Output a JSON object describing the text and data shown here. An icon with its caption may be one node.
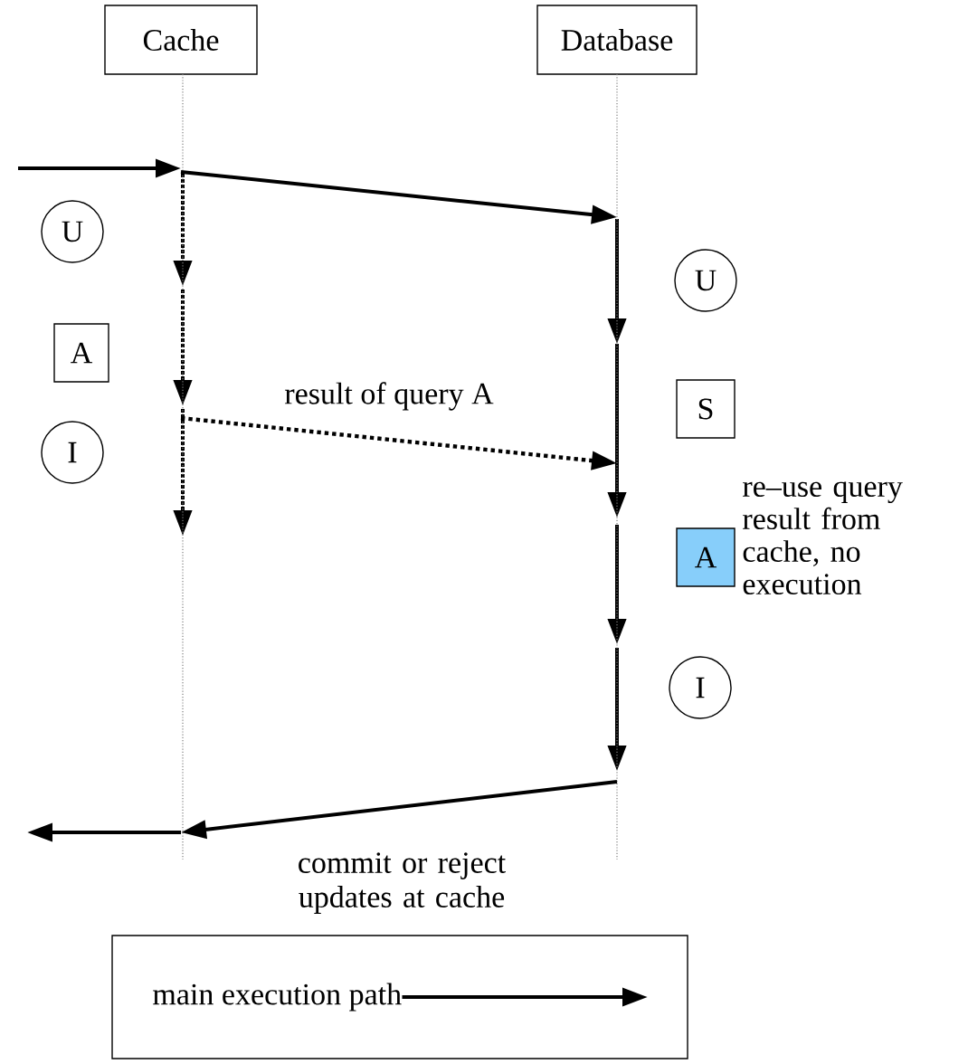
{
  "diagram": {
    "nodes": [
      {
        "text": [
          "Cache"
        ]
      },
      {
        "text": [
          "Database"
        ]
      },
      {
        "text": [
          "U"
        ]
      },
      {
        "text": [
          "A"
        ]
      },
      {
        "text": [
          "I"
        ]
      },
      {
        "text": [
          "U"
        ]
      },
      {
        "text": [
          "S"
        ]
      },
      {
        "text": [
          "A"
        ],
        "beside": [
          "re–use query result from cache, no execution"
        ]
      },
      {
        "text": [
          "I"
        ]
      }
    ],
    "edges": [
      {
        "from": null,
        "to": 0,
        "arrow": "to"
      },
      {
        "from": 0,
        "to": 1,
        "arrow": "to"
      },
      {
        "from": 0,
        "to": 1,
        "arrow": "to",
        "style": "dashed",
        "label": "result of query A"
      },
      {
        "from": 1,
        "to": 0,
        "arrow": "to",
        "label": "commit or reject updates at cache"
      },
      {
        "from": 0,
        "to": null,
        "arrow": "to"
      }
    ],
    "legend": [
      {
        "text": "main execution path"
      }
    ]
  }
}
